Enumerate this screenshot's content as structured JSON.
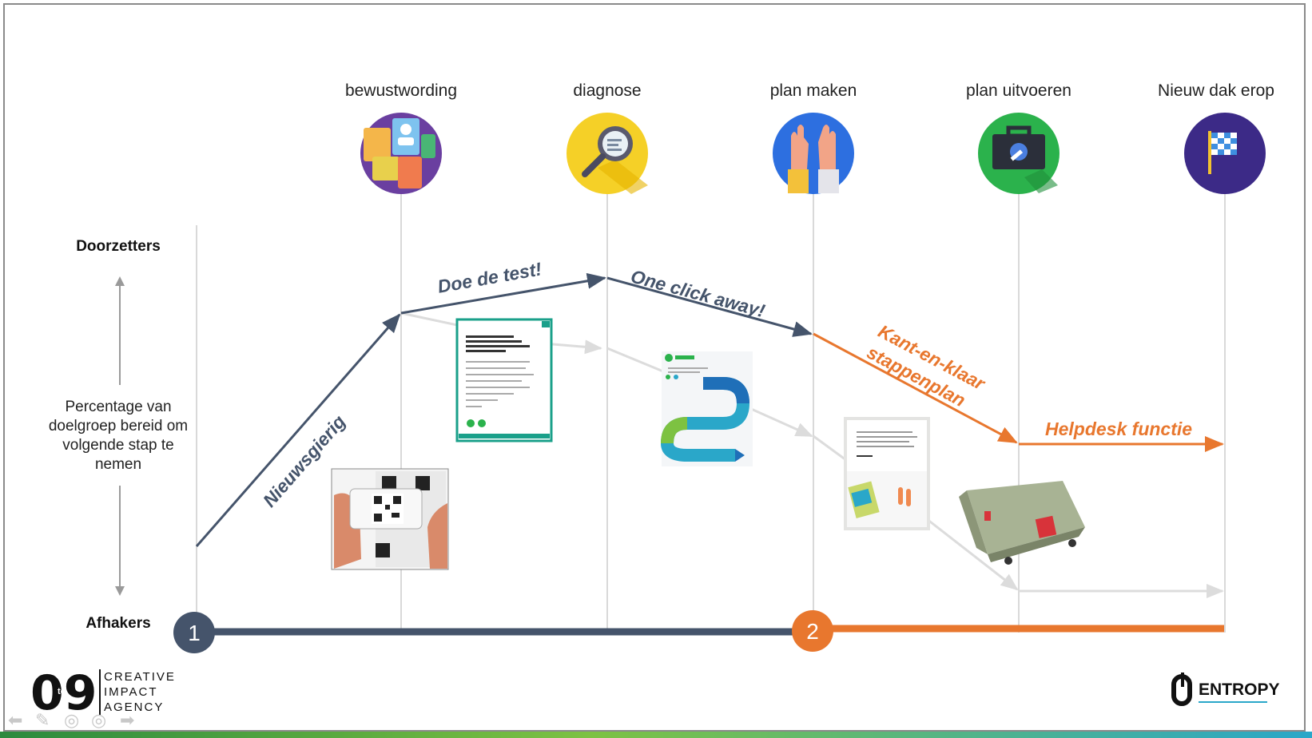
{
  "stages": [
    {
      "label": "bewustwording",
      "icon": "cards-icon",
      "color": "#6a3fa0"
    },
    {
      "label": "diagnose",
      "icon": "magnifier-icon",
      "color": "#f5d027"
    },
    {
      "label": "plan maken",
      "icon": "raised-hands-icon",
      "color": "#2d6fe0"
    },
    {
      "label": "plan uitvoeren",
      "icon": "toolbox-icon",
      "color": "#2bb24c"
    },
    {
      "label": "Nieuw dak erop",
      "icon": "finish-flag-icon",
      "color": "#3c2a87"
    }
  ],
  "axis": {
    "top": "Doorzetters",
    "bottom": "Afhakers",
    "description": "Percentage van doelgroep bereid om volgende stap te nemen"
  },
  "curve_labels": {
    "segment1": "Nieuwsgierig",
    "segment2": "Doe de test!",
    "segment3": "One click away!",
    "segment4": "Kant-en-klaar stappenplan",
    "segment5": "Helpdesk functie"
  },
  "milestones": [
    {
      "number": "1",
      "color": "#45546b"
    },
    {
      "number": "2",
      "color": "#e8772e"
    }
  ],
  "colors": {
    "dark_line": "#45546b",
    "orange_line": "#e8772e",
    "grey_line": "#d4d4d4",
    "vline": "#d9d9d9"
  },
  "logos": {
    "left_mark": "09",
    "left_mark_small": "to",
    "left_text": [
      "CREATIVE",
      "IMPACT",
      "AGENCY"
    ],
    "right_text": "ENTROPY"
  },
  "thumbnails": [
    {
      "name": "qr-phone-photo"
    },
    {
      "name": "test-popup-screenshot"
    },
    {
      "name": "stappenplan-infographic"
    },
    {
      "name": "letter-photo"
    },
    {
      "name": "container-photo"
    }
  ]
}
